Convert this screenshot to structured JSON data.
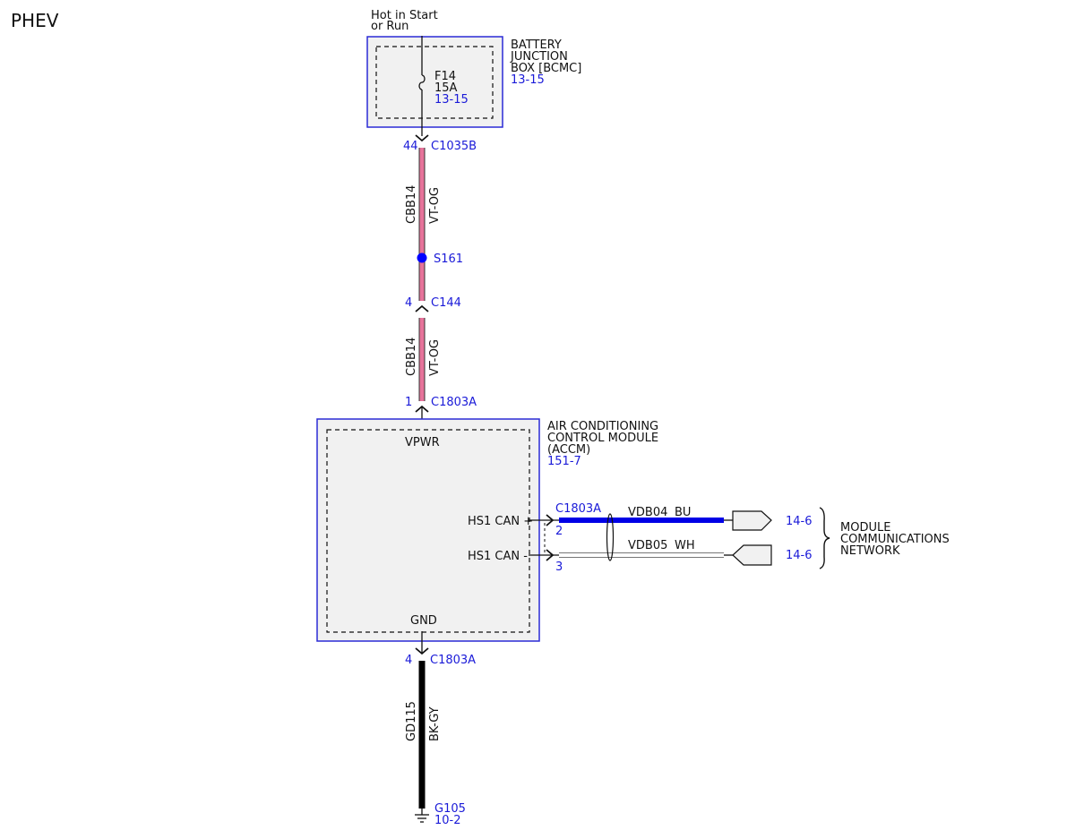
{
  "title": "PHEV",
  "colors": {
    "ref_text": "#1a1ad8",
    "box_border": "#2b2bd6",
    "wire_vt_og": "#e6739a",
    "wire_bu": "#0000e6",
    "wire_bk": "#000000",
    "splice": "#0000ff"
  },
  "supply": {
    "line1": "Hot in Start",
    "line2": "or Run"
  },
  "bjb": {
    "name_lines": [
      "BATTERY",
      "JUNCTION",
      "BOX [BCMC]"
    ],
    "ref": "13-15",
    "fuse": {
      "id": "F14",
      "rating": "15A",
      "ref": "13-15"
    }
  },
  "connectors": {
    "c1035b": {
      "pin": "44",
      "name": "C1035B"
    },
    "c144": {
      "pin": "4",
      "name": "C144"
    },
    "c1803a_pwr": {
      "pin": "1",
      "name": "C1803A"
    },
    "c1803a_can": {
      "name": "C1803A",
      "pin_plus": "2",
      "pin_minus": "3"
    },
    "c1803a_gnd": {
      "pin": "4",
      "name": "C1803A"
    }
  },
  "wires": {
    "upper": {
      "circuit": "CBB14",
      "color": "VT-OG"
    },
    "lower": {
      "circuit": "CBB14",
      "color": "VT-OG"
    },
    "can_plus": {
      "circuit": "VDB04",
      "color": "BU"
    },
    "can_minus": {
      "circuit": "VDB05",
      "color": "WH"
    },
    "ground": {
      "circuit": "GD115",
      "color": "BK-GY"
    }
  },
  "splice": {
    "name": "S161"
  },
  "accm": {
    "name_lines": [
      "AIR CONDITIONING",
      "CONTROL MODULE",
      "(ACCM)"
    ],
    "ref": "151-7",
    "pins": {
      "vpwr": "VPWR",
      "can_plus": "HS1 CAN +",
      "can_minus": "HS1 CAN -",
      "gnd": "GND"
    }
  },
  "network": {
    "ref_plus": "14-6",
    "ref_minus": "14-6",
    "name_lines": [
      "MODULE",
      "COMMUNICATIONS",
      "NETWORK"
    ]
  },
  "ground": {
    "name": "G105",
    "ref": "10-2"
  }
}
